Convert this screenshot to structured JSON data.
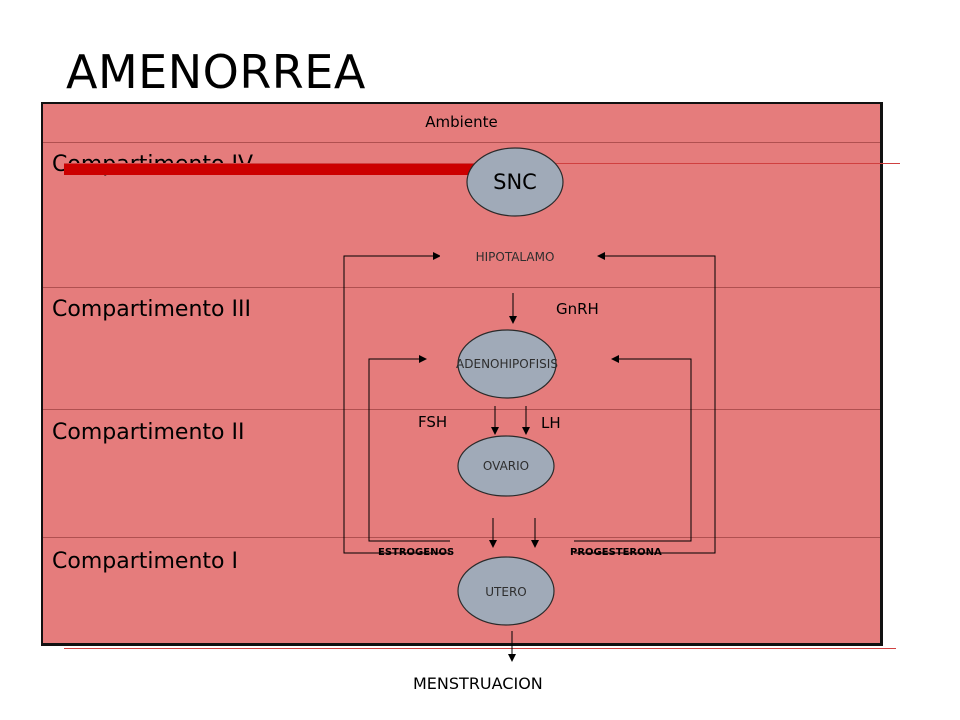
{
  "title": "AMENORREA",
  "environment_label": "Ambiente",
  "compartments": [
    {
      "label": "Compartimento IV"
    },
    {
      "label": "Compartimento III"
    },
    {
      "label": "Compartimento II"
    },
    {
      "label": "Compartimento I"
    }
  ],
  "nodes": {
    "snc": "SNC",
    "hipotalamo": "HIPOTALAMO",
    "adenohipofisis": "ADENOHIPOFISIS",
    "ovario": "OVARIO",
    "utero": "UTERO"
  },
  "hormones": {
    "gnrh": "GnRH",
    "fsh": "FSH",
    "lh": "LH",
    "estrogenos": "ESTROGENOS",
    "progesterona": "PROGESTERONA"
  },
  "output_label": "MENSTRUACION",
  "colors": {
    "panel": "#e57c7c",
    "node_fill": "#a0aab8",
    "accent_bar": "#cc0000"
  }
}
